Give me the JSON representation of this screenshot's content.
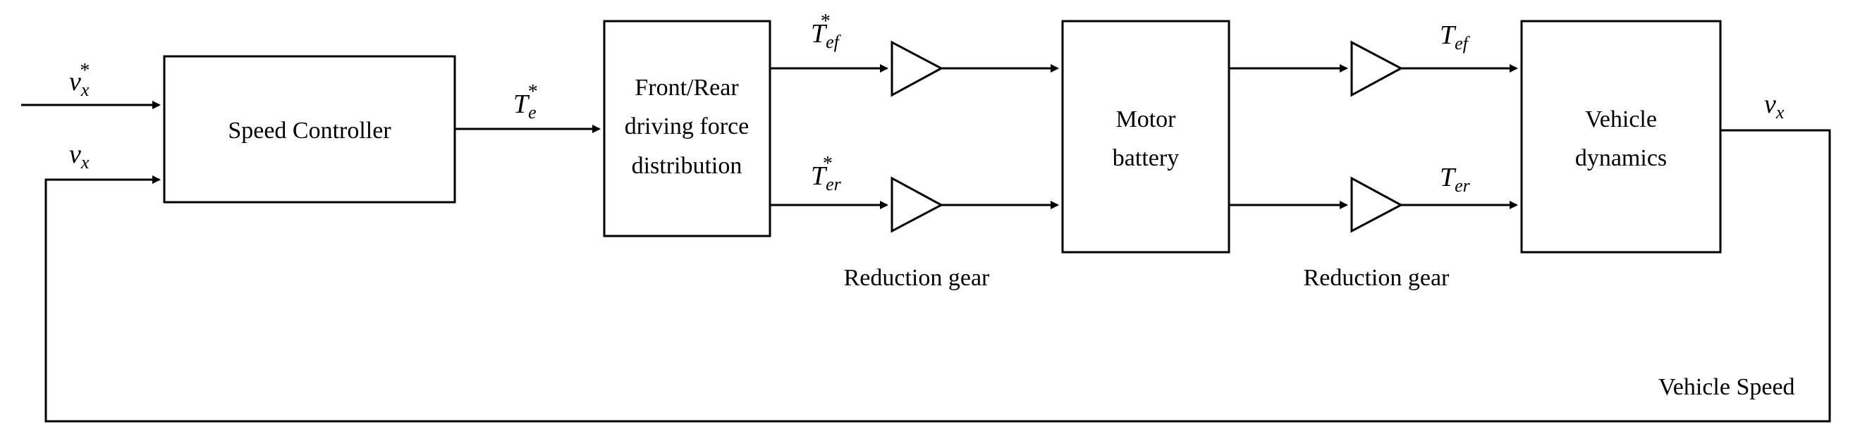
{
  "blocks": {
    "speed_controller": "Speed Controller",
    "distribution": [
      "Front/Rear",
      "driving force",
      "distribution"
    ],
    "motor_battery": [
      "Motor",
      "battery"
    ],
    "vehicle_dynamics": [
      "Vehicle",
      "dynamics"
    ]
  },
  "gains": {
    "reduction_gear_1": "Reduction gear",
    "reduction_gear_2": "Reduction gear"
  },
  "signals": {
    "vx_ref": {
      "base": "v",
      "sub": "x",
      "sup": "*"
    },
    "vx_fb": {
      "base": "v",
      "sub": "x"
    },
    "te_ref": {
      "base": "T",
      "sub": "e",
      "sup": "*"
    },
    "tef_ref": {
      "base": "T",
      "sub": "ef",
      "sup": "*"
    },
    "ter_ref": {
      "base": "T",
      "sub": "er",
      "sup": "*"
    },
    "tef": {
      "base": "T",
      "sub": "ef"
    },
    "ter": {
      "base": "T",
      "sub": "er"
    },
    "vx_out": {
      "base": "v",
      "sub": "x"
    }
  },
  "feedback_label": "Vehicle Speed"
}
